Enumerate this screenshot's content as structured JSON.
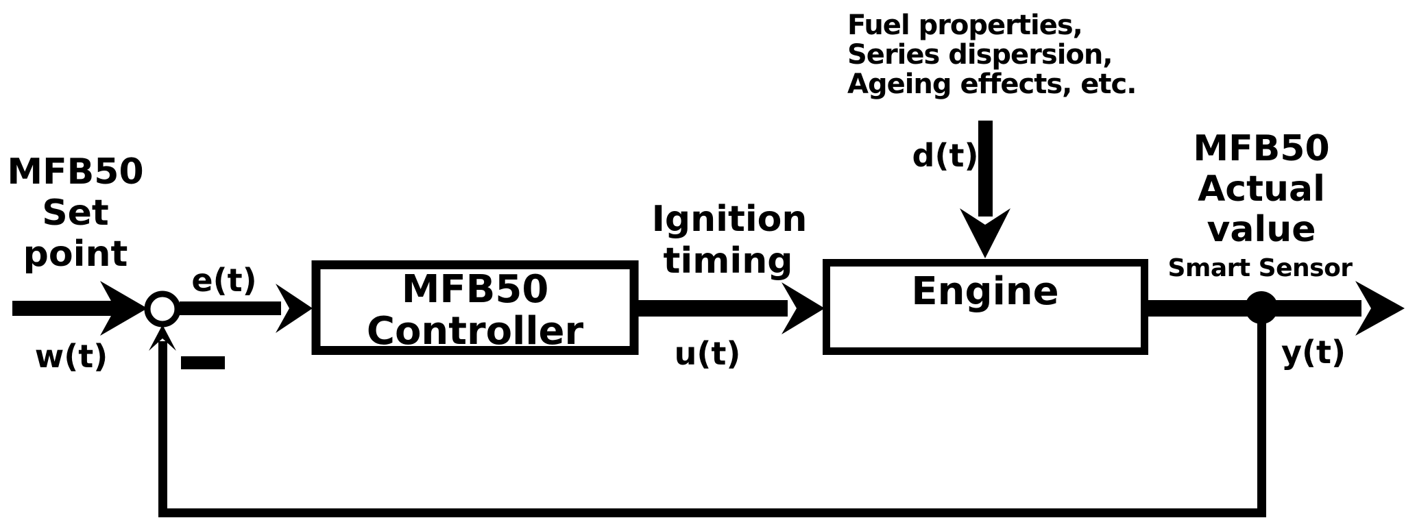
{
  "colors": {
    "ink": "#000000",
    "background": "#ffffff"
  },
  "setpoint_label": {
    "line1": "MFB50",
    "line2": "Set",
    "line3": "point"
  },
  "signals": {
    "input": "w(t)",
    "error": "e(t)",
    "control": "u(t)",
    "disturbance": "d(t)",
    "output": "y(t)"
  },
  "blocks": {
    "controller": {
      "label_line1": "MFB50",
      "label_line2": "Controller"
    },
    "engine": {
      "label": "Engine"
    }
  },
  "control_arrow_label": {
    "line1": "Ignition",
    "line2": "timing"
  },
  "disturbance_label": {
    "line1": "Fuel properties,",
    "line2": "Series dispersion,",
    "line3": "Ageing effects, etc."
  },
  "output_label": {
    "line1": "MFB50",
    "line2": "Actual",
    "line3": "value"
  },
  "sensor_label": "Smart Sensor",
  "summing_junction": {
    "sign": "−"
  }
}
